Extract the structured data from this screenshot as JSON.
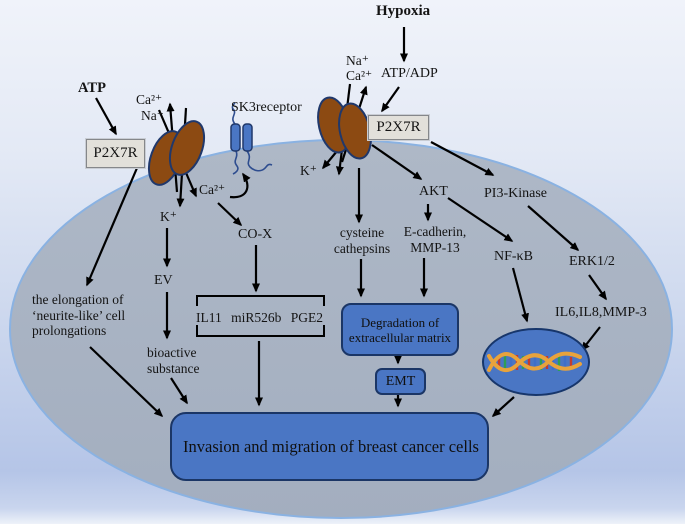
{
  "figure": {
    "description": "Signaling pathway diagram of P2X7R activation leading to invasion and migration of breast cancer cells"
  },
  "colors": {
    "background_top": "#f0f3fa",
    "background_bottom": "#b5c5e7",
    "cell_fill": "#a9b3c2",
    "cell_border": "#8ab2e2",
    "receptor_brown": "#8c4a12",
    "receptor_outline": "#20386b",
    "blue_box_fill": "#4a76c4",
    "blue_box_border": "#1b3666",
    "p2x7r_box_fill": "#e2e0da",
    "p2x7r_box_border": "#85878a",
    "dna_strand": "#e8a33c",
    "arrow": "#000000"
  },
  "labels": {
    "hypoxia": "Hypoxia",
    "atp": "ATP",
    "atp_adp": "ATP/ADP",
    "p2x7r_left": "P2X7R",
    "p2x7r_right": "P2X7R",
    "ca_out_left": "Ca²⁺",
    "na_out_left": "Na⁺",
    "na_out_right": "Na⁺",
    "ca_out_right": "Ca²⁺",
    "k_left": "K⁺",
    "k_right": "K⁺",
    "ca_in": "Ca²⁺",
    "sk3_receptor": "SK3receptor",
    "cox": "CO-X",
    "ev": "EV",
    "bioactive_substance": "bioactive substance",
    "elongation": "the elongation of ‘neurite-like’ cell prolongations",
    "bracket_items": [
      "IL11",
      "miR526b",
      "PGE2"
    ],
    "cysteine_cathepsins": "cysteine cathepsins",
    "ecadherin_mmp13": "E-cadherin, MMP-13",
    "akt": "AKT",
    "pi3_kinase": "PI3-Kinase",
    "nfkb": "NF-κB",
    "erk": "ERK1/2",
    "il6_il8_mmp3": "IL6,IL8,MMP-3",
    "degradation": "Degradation of extracellular matrix",
    "emt": "EMT",
    "invasion": "Invasion and migration of breast cancer cells"
  }
}
